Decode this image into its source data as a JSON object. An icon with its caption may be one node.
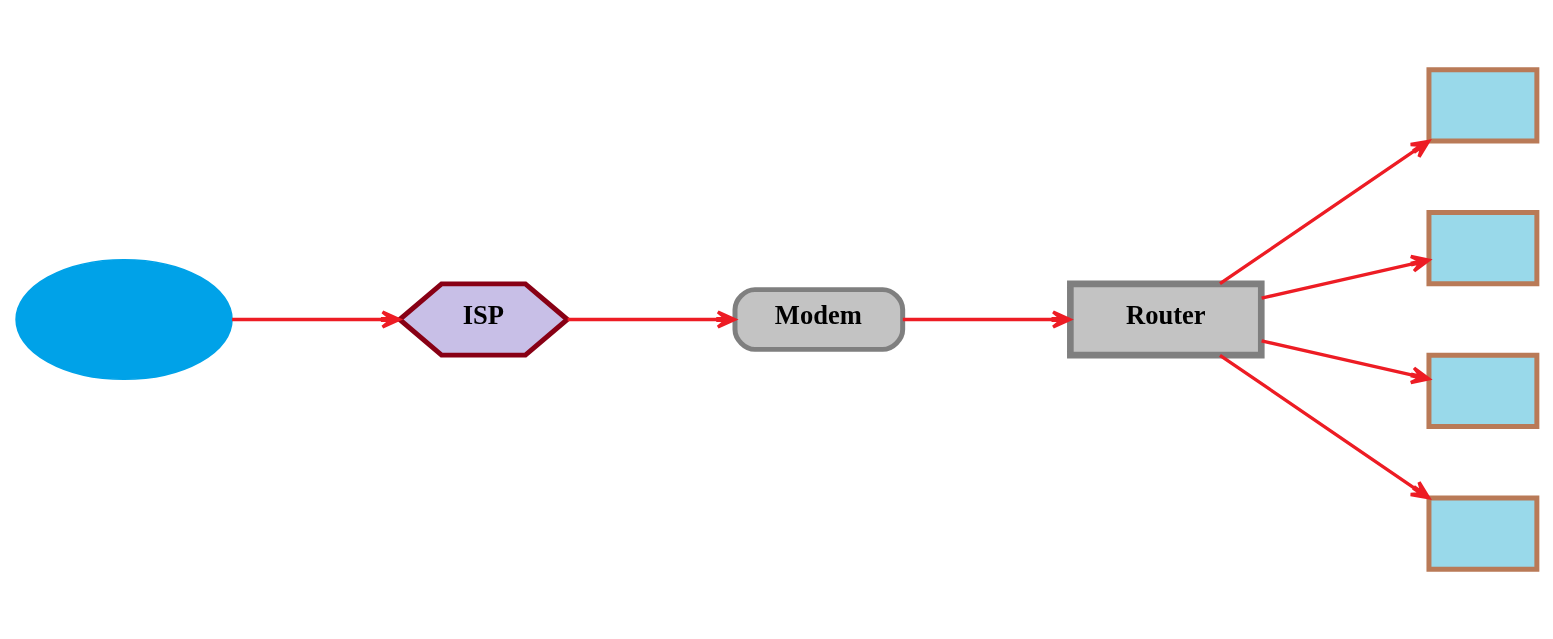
{
  "diagram": {
    "nodes": [
      {
        "text": [],
        "shape": "cloud"
      },
      {
        "text": [
          "ISP"
        ]
      },
      {
        "text": [
          "Modem"
        ]
      },
      {
        "text": [
          "Router"
        ]
      },
      {
        "text": [],
        "shape": "computer"
      },
      {
        "text": [],
        "shape": "computer"
      },
      {
        "text": [],
        "shape": "computer"
      },
      {
        "text": [],
        "shape": "computer"
      }
    ],
    "edges": [
      {
        "from": 0,
        "to": 1,
        "arrow": "to"
      },
      {
        "from": 1,
        "to": 2,
        "arrow": "to"
      },
      {
        "from": 2,
        "to": 3,
        "arrow": "to"
      },
      {
        "from": 3,
        "to": 4,
        "arrow": "to"
      },
      {
        "from": 3,
        "to": 5,
        "arrow": "to"
      },
      {
        "from": 3,
        "to": 6,
        "arrow": "to"
      },
      {
        "from": 3,
        "to": 7,
        "arrow": "to"
      }
    ]
  }
}
